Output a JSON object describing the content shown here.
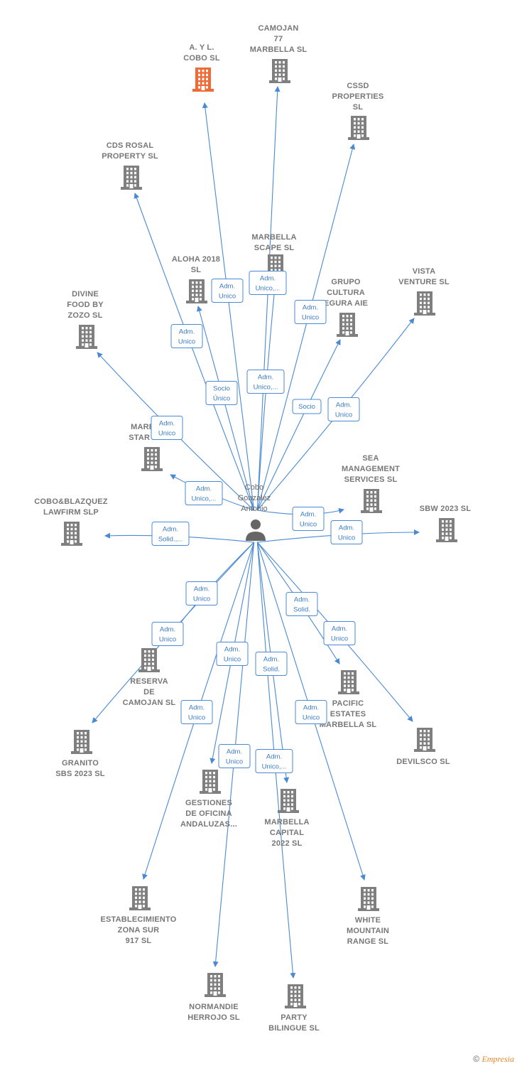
{
  "center": {
    "label": [
      "Cobo",
      "Gonzalez",
      "Antonio"
    ],
    "icon": "person-icon"
  },
  "colors": {
    "edge": "#4a8ad4",
    "building": "#7f7f7f",
    "highlight": "#f06a35"
  },
  "nodes": [
    {
      "id": "a-y-l-cobo",
      "label": [
        "A. Y L.",
        "COBO SL"
      ],
      "highlight": true,
      "edge": [
        "Adm.",
        "Unico"
      ]
    },
    {
      "id": "camojan-77",
      "label": [
        "CAMOJAN",
        "77",
        "MARBELLA SL"
      ],
      "edge": [
        "Adm.",
        "Unico,..."
      ]
    },
    {
      "id": "cssd-properties",
      "label": [
        "CSSD",
        "PROPERTIES",
        "SL"
      ],
      "edge": [
        "Adm.",
        "Unico"
      ]
    },
    {
      "id": "cds-rosal",
      "label": [
        "CDS ROSAL",
        "PROPERTY SL"
      ],
      "edge": [
        "Adm.",
        "Unico"
      ]
    },
    {
      "id": "marbella-scape",
      "label": [
        "MARBELLA",
        "SCAPE SL"
      ],
      "edge": [
        "Adm.",
        "Unico,..."
      ]
    },
    {
      "id": "aloha-2018",
      "label": [
        "ALOHA 2018",
        "SL"
      ],
      "edge": [
        "Socio",
        "Único"
      ]
    },
    {
      "id": "grupo-cultura",
      "label": [
        "GRUPO",
        "CULTURA",
        "EGURA AIE"
      ],
      "edge": [
        "Socio"
      ]
    },
    {
      "id": "vista-venture",
      "label": [
        "VISTA",
        "VENTURE SL"
      ],
      "edge": [
        "Adm.",
        "Unico"
      ]
    },
    {
      "id": "divine-food",
      "label": [
        "DIVINE",
        "FOOD BY",
        "ZOZO SL"
      ],
      "edge": [
        "Adm.",
        "Unico"
      ]
    },
    {
      "id": "marb-star",
      "label": [
        "MARB",
        "STAR 2"
      ],
      "edge": [
        "Adm.",
        "Unico,..."
      ]
    },
    {
      "id": "sea-management",
      "label": [
        "SEA",
        "MANAGEMENT",
        "SERVICES SL"
      ],
      "edge": [
        "Adm.",
        "Unico"
      ]
    },
    {
      "id": "cobo-blazquez",
      "label": [
        "COBO&BLAZQUEZ",
        "LAWFIRM SLP"
      ],
      "edge": [
        "Adm.",
        "Solid.,..."
      ]
    },
    {
      "id": "sbw-2023",
      "label": [
        "SBW 2023 SL"
      ],
      "edge": [
        "Adm.",
        "Unico"
      ]
    },
    {
      "id": "reserva-camojan",
      "label": [
        "RESERVA",
        "DE",
        "CAMOJAN SL"
      ],
      "edge": [
        "Adm.",
        "Unico"
      ]
    },
    {
      "id": "granito-sbs",
      "label": [
        "GRANITO",
        "SBS 2023 SL"
      ],
      "edge": [
        "Adm.",
        "Unico"
      ]
    },
    {
      "id": "pacific-estates",
      "label": [
        "PACIFIC",
        "ESTATES",
        "MARBELLA SL"
      ],
      "edge": [
        "Adm.",
        "Solid."
      ]
    },
    {
      "id": "devilsco",
      "label": [
        "DEVILSCO SL"
      ],
      "edge": [
        "Adm.",
        "Unico"
      ]
    },
    {
      "id": "gestiones-oficina",
      "label": [
        "GESTIONES",
        "DE OFICINA",
        "ANDALUZAS..."
      ],
      "edge": [
        "Adm.",
        "Unico"
      ]
    },
    {
      "id": "marbella-capital",
      "label": [
        "MARBELLA",
        "CAPITAL",
        "2022 SL"
      ],
      "edge": [
        "Adm.",
        "Solid."
      ]
    },
    {
      "id": "establecimiento",
      "label": [
        "ESTABLECIMIENTO",
        "ZONA SUR",
        "917 SL"
      ],
      "edge": [
        "Adm.",
        "Unico"
      ]
    },
    {
      "id": "white-mountain",
      "label": [
        "WHITE",
        "MOUNTAIN",
        "RANGE SL"
      ],
      "edge": [
        "Adm.",
        "Unico"
      ]
    },
    {
      "id": "normandie",
      "label": [
        "NORMANDIE",
        "HERROJO SL"
      ],
      "edge": [
        "Adm.",
        "Unico"
      ]
    },
    {
      "id": "party-bilingue",
      "label": [
        "PARTY",
        "BILINGUE SL"
      ],
      "edge": [
        "Adm.",
        "Unico,..."
      ]
    }
  ],
  "footer": {
    "copyright": "©",
    "brand": "Empresia"
  }
}
